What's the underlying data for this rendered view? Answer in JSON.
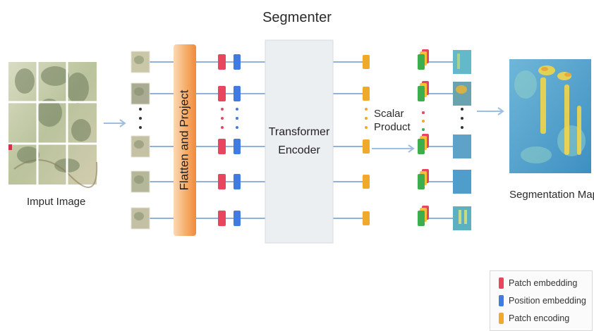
{
  "title": "Segmenter",
  "input_label": "Imput Image",
  "flatten_label": "Flatten and Project",
  "encoder_label": [
    "Transformer",
    "Encoder"
  ],
  "scalar_label": [
    "Scalar",
    "Product"
  ],
  "output_label": "Segmentation Map",
  "colors": {
    "patch_embedding": "#e8465e",
    "position_embedding": "#3f7be0",
    "patch_encoding": "#f0a92a",
    "flatten_bar": "#f4a15a",
    "encoder_box": "#eceff2",
    "connector": "#8fb2dc",
    "mask_green": "#3cae4e",
    "mask_red": "#e8465e",
    "segmap_bg": "#4a9fcf"
  },
  "legend": [
    {
      "label": "Patch embedding",
      "color_key": "patch_embedding"
    },
    {
      "label": "Position embedding",
      "color_key": "position_embedding"
    },
    {
      "label": "Patch encoding",
      "color_key": "patch_encoding"
    }
  ]
}
